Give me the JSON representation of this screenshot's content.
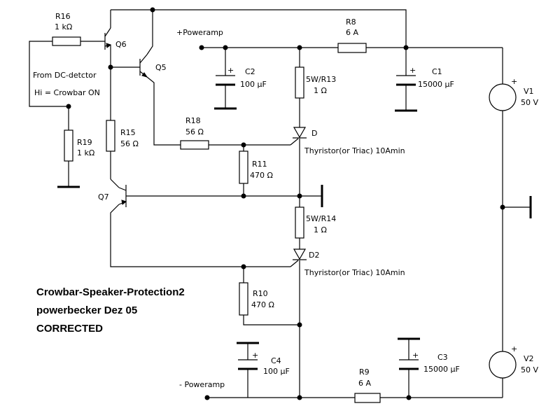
{
  "title_lines": [
    "Crowbar-Speaker-Protection2",
    "powerbecker Dez 05",
    "CORRECTED"
  ],
  "net_labels": {
    "pos_poweramp": "+Poweramp",
    "neg_poweramp": "- Poweramp",
    "input_line1": "From DC-detctor",
    "input_line2": "Hi = Crowbar ON"
  },
  "components": {
    "R16": {
      "name": "R16",
      "value": "1 kΩ"
    },
    "Q6": {
      "name": "Q6"
    },
    "Q5": {
      "name": "Q5"
    },
    "R15": {
      "name": "R15",
      "value": "56 Ω"
    },
    "R19": {
      "name": "R19",
      "value": "1 kΩ"
    },
    "Q7": {
      "name": "Q7"
    },
    "R18": {
      "name": "R18",
      "value": "56 Ω"
    },
    "R11": {
      "name": "R11",
      "value": "470 Ω"
    },
    "R10": {
      "name": "R10",
      "value": "470 Ω"
    },
    "C2": {
      "name": "C2",
      "value": "100 µF"
    },
    "C4": {
      "name": "C4",
      "value": "100 µF"
    },
    "R13": {
      "name": "5W/R13",
      "value": "1 Ω"
    },
    "R14": {
      "name": "5W/R14",
      "value": "1 Ω"
    },
    "D": {
      "name": "D",
      "value": "Thyristor(or Triac) 10Amin"
    },
    "D2": {
      "name": "D2",
      "value": "Thyristor(or Triac) 10Amin"
    },
    "R8": {
      "name": "R8",
      "value": "6 A"
    },
    "R9": {
      "name": "R9",
      "value": "6 A"
    },
    "C1": {
      "name": "C1",
      "value": "15000 µF"
    },
    "C3": {
      "name": "C3",
      "value": "15000 µF"
    },
    "V1": {
      "name": "V1",
      "value": "50 V"
    },
    "V2": {
      "name": "V2",
      "value": "50 V"
    }
  },
  "symbols": {
    "plus": "+"
  }
}
